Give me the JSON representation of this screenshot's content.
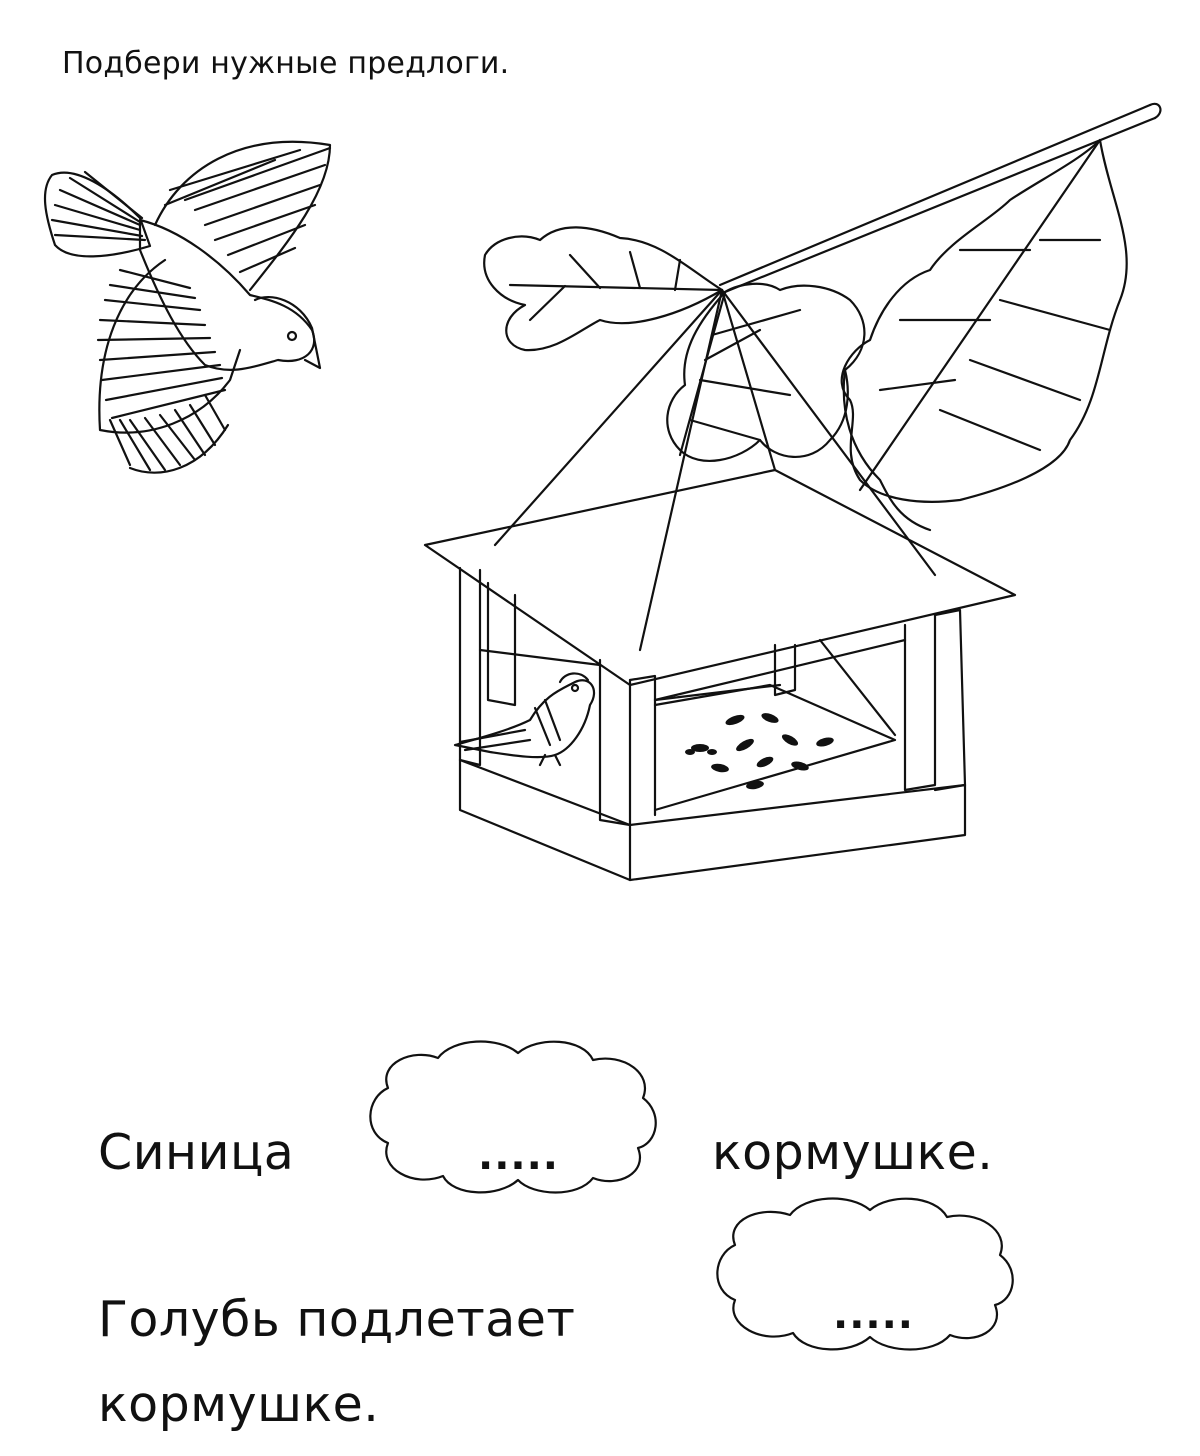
{
  "worksheet": {
    "instruction": "Подбери нужные предлоги.",
    "sentences": [
      {
        "subject": "Синица",
        "blank": ".....",
        "ending": "кормушке."
      },
      {
        "subject": "Голубь подлетает",
        "blank": ".....",
        "ending": "кормушке."
      }
    ]
  },
  "colors": {
    "ink": "#111111",
    "paper": "#ffffff"
  },
  "icons": [
    "flying-bird-icon",
    "oak-branch-icon",
    "bird-feeder-icon",
    "titmouse-icon",
    "seeds-icon",
    "cloud-answer-icon"
  ]
}
